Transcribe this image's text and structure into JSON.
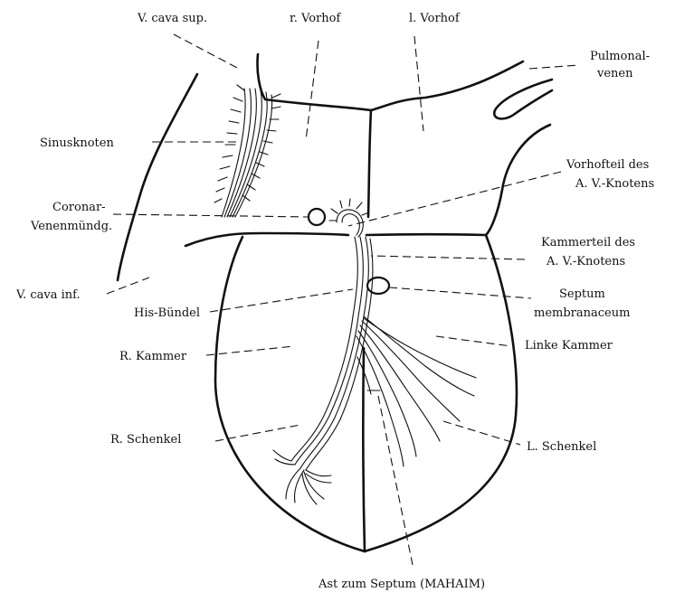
{
  "labels": {
    "v_cava_sup": "V. cava sup.",
    "r_vorhof": "r. Vorhof",
    "l_vorhof": "l. Vorhof",
    "pulmonal_line1": "Pulmonal-",
    "pulmonal_line2": "venen",
    "sinusknoten": "Sinusknoten",
    "vorhofteil_line1": "Vorhofteil des",
    "vorhofteil_line2": "A. V.-Knotens",
    "coronar_line1": "Coronar-",
    "coronar_line2": "Venenmündg.",
    "kammerteil_line1": "Kammerteil des",
    "kammerteil_line2": "A. V.-Knotens",
    "v_cava_inf": "V. cava inf.",
    "septum_line1": "Septum",
    "septum_line2": "membranaceum",
    "his_buendel": "His-Bündel",
    "r_kammer": "R. Kammer",
    "linke_kammer": "Linke Kammer",
    "r_schenkel": "R. Schenkel",
    "l_schenkel": "L. Schenkel",
    "ast_zum_septum": "Ast zum Septum (MAHAIM)"
  }
}
